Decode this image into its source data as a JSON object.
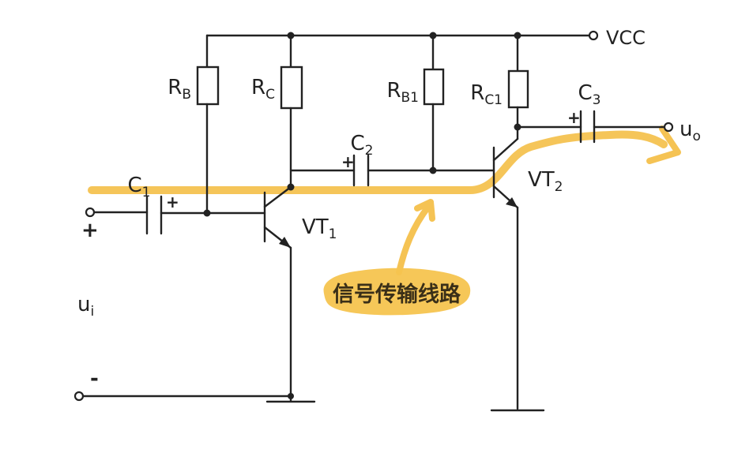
{
  "diagram": {
    "type": "two-stage-transistor-amplifier-circuit",
    "power_label": "VCC",
    "annotation": "信号传输线路",
    "components": {
      "rb": {
        "main": "R",
        "sub": "B"
      },
      "rc": {
        "main": "R",
        "sub": "C"
      },
      "rb1": {
        "main": "R",
        "sub": "B1"
      },
      "rc1": {
        "main": "R",
        "sub": "C1"
      },
      "c1": {
        "main": "C",
        "sub": "1"
      },
      "c2": {
        "main": "C",
        "sub": "2"
      },
      "c3": {
        "main": "C",
        "sub": "3"
      },
      "vt1": {
        "main": "VT",
        "sub": "1"
      },
      "vt2": {
        "main": "VT",
        "sub": "2"
      },
      "ui": {
        "main": "u",
        "sub": "i"
      },
      "uo": {
        "main": "u",
        "sub": "o"
      }
    },
    "polarity": {
      "input_plus": "+",
      "input_minus": "-",
      "c1_plus": "+",
      "c2_plus": "+",
      "c3_plus": "+"
    },
    "colors": {
      "ink": "#222222",
      "highlight": "#f4c04b"
    }
  }
}
